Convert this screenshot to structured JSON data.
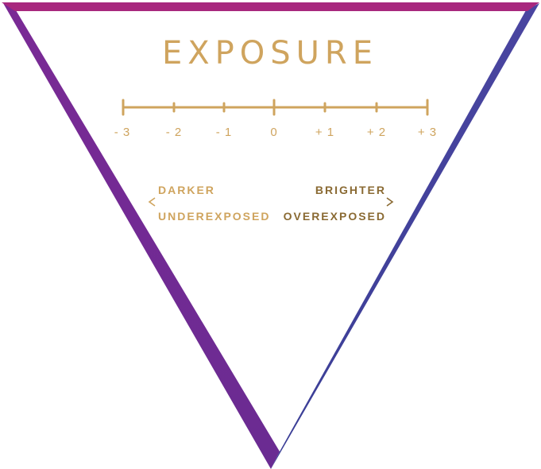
{
  "title": "EXPOSURE",
  "scale": {
    "ticks": [
      "- 3",
      "- 2",
      "- 1",
      "0",
      "+ 1",
      "+ 2",
      "+ 3"
    ]
  },
  "labels": {
    "darker": "DARKER",
    "brighter": "BRIGHTER",
    "underexposed": "UNDEREXPOSED",
    "overexposed": "OVEREXPOSED"
  },
  "colors": {
    "gold": "#CFA45E",
    "gold_dark": "#8A6A33",
    "frame_magenta": "#A8287E",
    "frame_purple": "#6E2A92",
    "frame_indigo": "#3E4399"
  }
}
